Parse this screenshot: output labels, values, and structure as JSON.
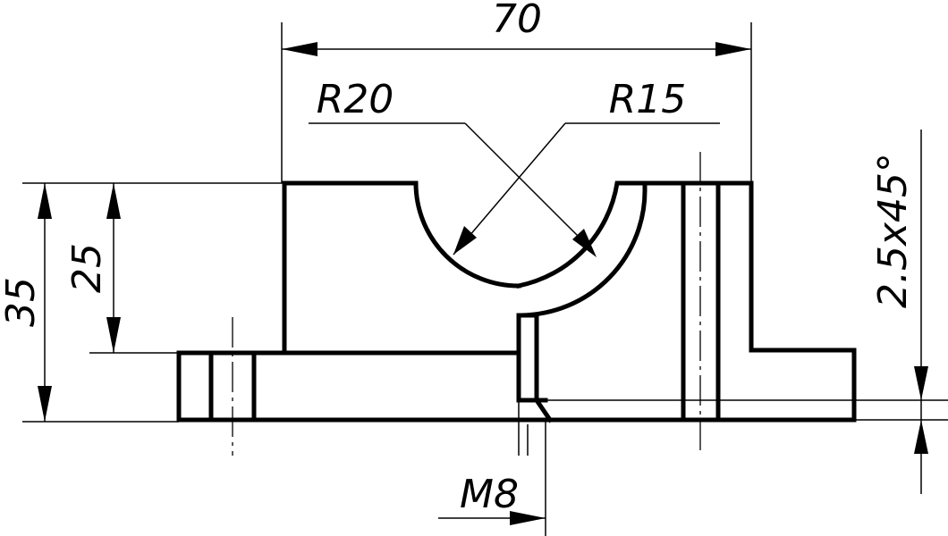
{
  "dimensions": {
    "width_70": "70",
    "radius_20": "R20",
    "radius_15": "R15",
    "height_35": "35",
    "height_25": "25",
    "chamfer": "2.5x45°",
    "thread": "M8"
  }
}
